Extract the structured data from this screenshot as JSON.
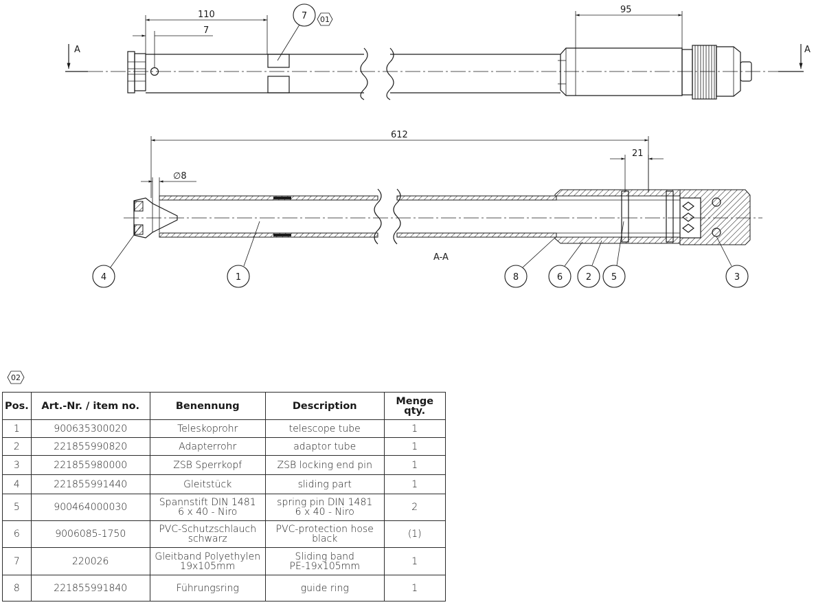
{
  "drawing": {
    "dimensions": {
      "len_110": "110",
      "len_7": "7",
      "len_95": "95",
      "len_612": "612",
      "len_21": "21",
      "dia_8": "∅8"
    },
    "section_markers": {
      "left": "A",
      "right": "A"
    },
    "section_label": "A-A",
    "revision_mark_1": "01",
    "revision_mark_2": "02",
    "balloons": [
      "7",
      "4",
      "1",
      "8",
      "6",
      "2",
      "5",
      "3"
    ]
  },
  "parts_table": {
    "headers": {
      "pos": "Pos.",
      "article": "Art.-Nr. / item no.",
      "benennung": "Benennung",
      "description": "Description",
      "qty_line1": "Menge",
      "qty_line2": "qty."
    },
    "rows": [
      {
        "pos": "1",
        "article": "900635300020",
        "benennung": [
          "Teleskoprohr"
        ],
        "description": [
          "telescope tube"
        ],
        "qty": "1"
      },
      {
        "pos": "2",
        "article": "221855990820",
        "benennung": [
          "Adapterrohr"
        ],
        "description": [
          "adaptor tube"
        ],
        "qty": "1"
      },
      {
        "pos": "3",
        "article": "221855980000",
        "benennung": [
          "ZSB Sperrkopf"
        ],
        "description": [
          "ZSB locking end pin"
        ],
        "qty": "1"
      },
      {
        "pos": "4",
        "article": "221855991440",
        "benennung": [
          "Gleitstück"
        ],
        "description": [
          "sliding part"
        ],
        "qty": "1"
      },
      {
        "pos": "5",
        "article": "900464000030",
        "benennung": [
          "Spannstift DIN 1481",
          "6 x 40 - Niro"
        ],
        "description": [
          "spring pin  DIN 1481",
          "6 x 40 - Niro"
        ],
        "qty": "2"
      },
      {
        "pos": "6",
        "article": "9006085-1750",
        "benennung": [
          "PVC-Schutzschlauch",
          "schwarz"
        ],
        "description": [
          "PVC-protection hose",
          "black"
        ],
        "qty": "(1)"
      },
      {
        "pos": "7",
        "article": "220026",
        "benennung": [
          "Gleitband Polyethylen",
          "19x105mm"
        ],
        "description": [
          "Sliding band",
          "PE-19x105mm"
        ],
        "qty": "1"
      },
      {
        "pos": "8",
        "article": "221855991840",
        "benennung": [
          "Führungsring"
        ],
        "description": [
          "guide ring"
        ],
        "qty": "1"
      }
    ]
  }
}
